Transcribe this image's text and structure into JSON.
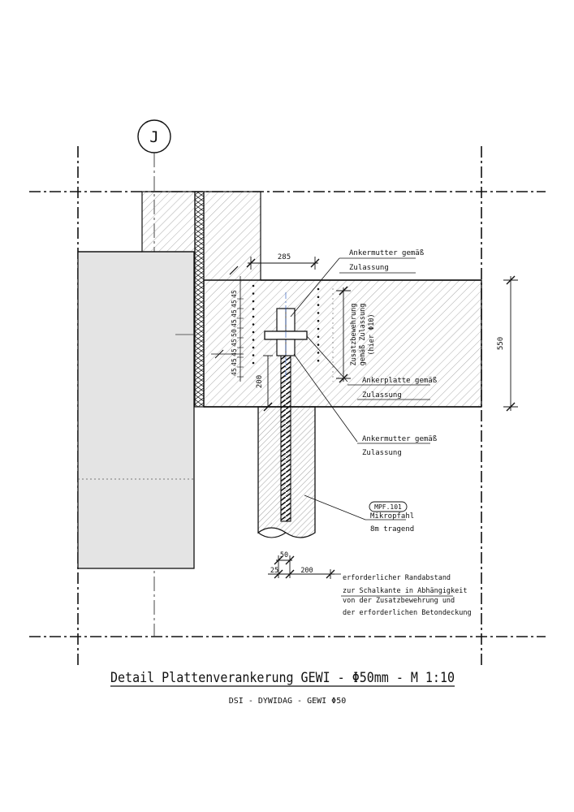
{
  "axis_label": "J",
  "dimensions": {
    "top_offset": "285",
    "slab_height": "550",
    "anchor_depth": "200",
    "edge_50": "50",
    "edge_25": "25",
    "edge_200": "200",
    "spacing_chain": [
      "45",
      "45",
      "45",
      "45",
      "50",
      "45",
      "45",
      "45",
      "45"
    ]
  },
  "annotations": {
    "ankermutter_top": [
      "Ankermutter gemäß",
      "Zulassung"
    ],
    "zusatz": [
      "Zusatzbewehrung",
      "gemäß Zulassung",
      "(hier Φ10)"
    ],
    "ankerplatte": [
      "Ankerplatte gemäß",
      "Zulassung"
    ],
    "ankermutter_bottom": [
      "Ankermutter gemäß",
      "Zulassung"
    ],
    "pile_tag": "MPF.101",
    "pile": [
      "Mikropfahl",
      "8m tragend"
    ],
    "edge_note": [
      "erforderlicher Randabstand",
      "zur Schalkante in Abhängigkeit",
      "von der Zusatzbewehrung und",
      "der erforderlichen Betondeckung"
    ]
  },
  "title": {
    "main": "Detail Plattenverankerung GEWI - Φ50mm - M 1:10",
    "sub": "DSI - DYWIDAG - GEWI Φ50"
  },
  "colors": {
    "line": "#111111",
    "fill_grey": "#e4e4e4",
    "hatch": "#8a8a8a"
  }
}
